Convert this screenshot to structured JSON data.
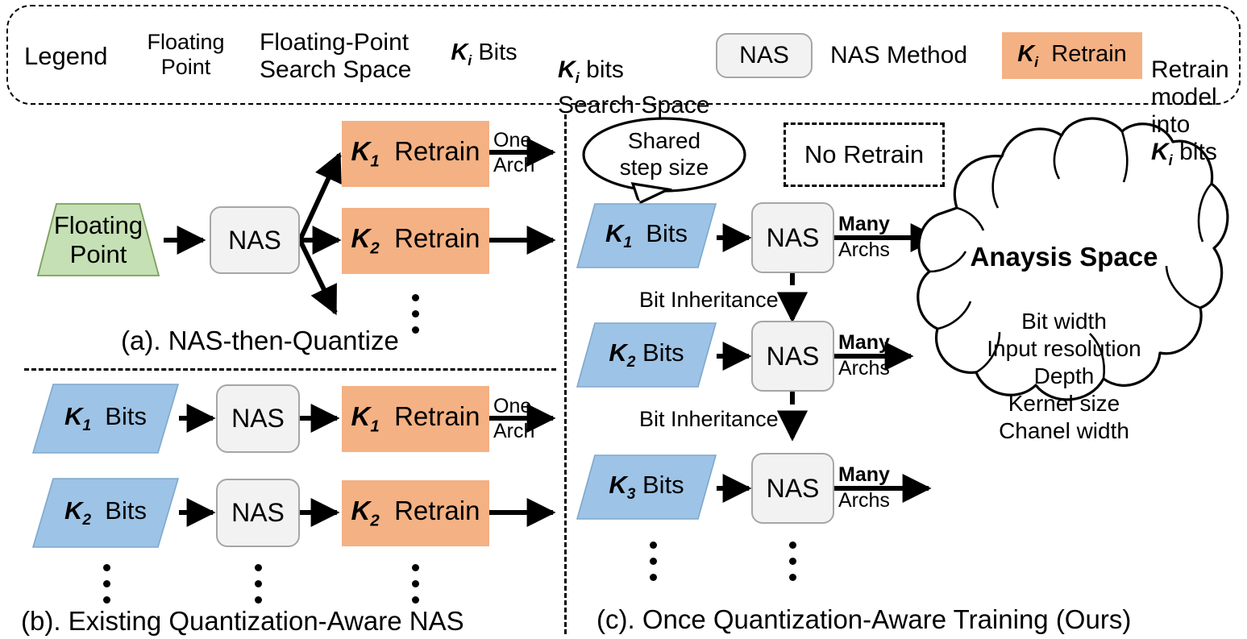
{
  "legend": {
    "title": "Legend",
    "entries": [
      {
        "shape": "trapezoid",
        "shape_label": "Floating\nPoint",
        "description": "Floating-Point\nSearch Space",
        "color": "#C5E0B4"
      },
      {
        "shape": "parallelogram",
        "shape_label": "Ki Bits",
        "description": "Ki bits\nSearch Space",
        "color": "#9DC3E6"
      },
      {
        "shape": "rounded-rect",
        "shape_label": "NAS",
        "description": "NAS Method",
        "color": "#F2F2F2"
      },
      {
        "shape": "rect",
        "shape_label": "Ki Retrain",
        "description": "Retrain model\ninto Ki bits",
        "color": "#F4B183"
      }
    ]
  },
  "panel_a": {
    "caption": "(a). NAS-then-Quantize",
    "source_label": "Floating\nPoint",
    "nas_label": "NAS",
    "retrain_1": "Retrain",
    "retrain_2": "Retrain",
    "k1": "K1",
    "k2": "K2",
    "out_label_top": "One",
    "out_label_bottom": "Arch",
    "ellipsis": "vertical-dots"
  },
  "panel_b": {
    "caption": "(b). Existing Quantization-Aware NAS",
    "rows": [
      {
        "bits": "Bits",
        "k": "K1",
        "nas": "NAS",
        "retrain": "Retrain",
        "retrain_k": "K1",
        "out_top": "One",
        "out_bottom": "Arch"
      },
      {
        "bits": "Bits",
        "k": "K2",
        "nas": "NAS",
        "retrain": "Retrain",
        "retrain_k": "K2",
        "out_top": "",
        "out_bottom": ""
      }
    ],
    "ellipsis": "vertical-dots"
  },
  "panel_c": {
    "caption": "(c). Once Quantization-Aware Training (Ours)",
    "bubble": "Shared\nstep size",
    "no_retrain": "No Retrain",
    "inheritance_label": "Bit Inheritance",
    "rows": [
      {
        "k": "K1",
        "bits": "Bits",
        "nas": "NAS",
        "out_top": "Many",
        "out_bottom": "Archs"
      },
      {
        "k": "K2",
        "bits": "Bits",
        "nas": "NAS",
        "out_top": "Many",
        "out_bottom": "Archs"
      },
      {
        "k": "K3",
        "bits": "Bits",
        "nas": "NAS",
        "out_top": "Many",
        "out_bottom": "Archs"
      }
    ],
    "cloud": {
      "title": "Anaysis Space",
      "items": "Bit width\nInput resolution\nDepth\nKernel size\nChanel width"
    },
    "ellipsis": "vertical-dots"
  },
  "colors": {
    "green": "#C5E0B4",
    "blue": "#9DC3E6",
    "orange": "#F4B183",
    "gray_fill": "#F2F2F2",
    "gray_border": "#A6A6A6",
    "stroke": "#000000"
  }
}
